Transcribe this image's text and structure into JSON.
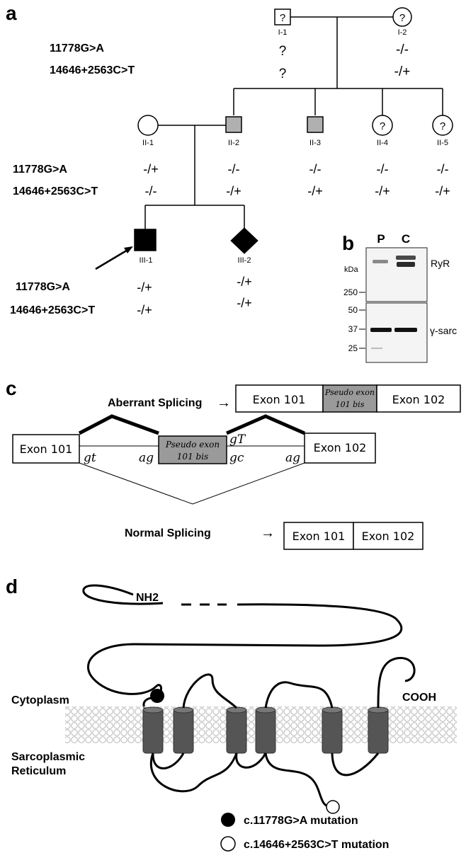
{
  "panels": [
    "a",
    "b",
    "c",
    "d"
  ],
  "pedigree": {
    "mutation_labels": [
      "11778G>A",
      "14646+2563C>T"
    ],
    "individuals": [
      {
        "id": "I-1",
        "g1": "?",
        "g2": "?"
      },
      {
        "id": "I-2",
        "g1": "-/-",
        "g2": "-/+"
      },
      {
        "id": "II-1",
        "g1": "-/+",
        "g2": "-/-"
      },
      {
        "id": "II-2",
        "g1": "-/-",
        "g2": "-/+"
      },
      {
        "id": "II-3",
        "g1": "-/-",
        "g2": "-/+"
      },
      {
        "id": "II-4",
        "g1": "-/-",
        "g2": "-/+"
      },
      {
        "id": "II-5",
        "g1": "-/-",
        "g2": "-/+"
      },
      {
        "id": "III-1",
        "g1": "-/+",
        "g2": "-/+"
      },
      {
        "id": "III-2",
        "g1": "-/+",
        "g2": "-/+"
      }
    ],
    "unknown_symbol": "?"
  },
  "blot": {
    "lanes": [
      "P",
      "C"
    ],
    "unit": "kDa",
    "markers_top": [
      "250"
    ],
    "markers_bottom": [
      "50",
      "37",
      "25"
    ],
    "protein_top": "RyR",
    "protein_bottom": "γ-sarc"
  },
  "splicing": {
    "aberrant_label": "Aberrant Splicing",
    "normal_label": "Normal Splicing",
    "exon101": "Exon 101",
    "exon102": "Exon 102",
    "pseudo_line1": "Pseudo exon",
    "pseudo_line2": "101 bis",
    "sites": [
      "gt",
      "ag",
      "gT",
      "gc",
      "ag"
    ],
    "arrow": "→"
  },
  "topology": {
    "nh2": "NH2",
    "cooh": "COOH",
    "cytoplasm": "Cytoplasm",
    "sr_line1": "Sarcoplasmic",
    "sr_line2": "Reticulum",
    "legend_filled": "c.11778G>A mutation",
    "legend_open": "c.14646+2563C>T mutation"
  },
  "colors": {
    "affected_gray": "#b0b0b0",
    "pseudo_exon": "#9a9a9a",
    "helix": "#555555",
    "membrane": "#cccccc"
  }
}
